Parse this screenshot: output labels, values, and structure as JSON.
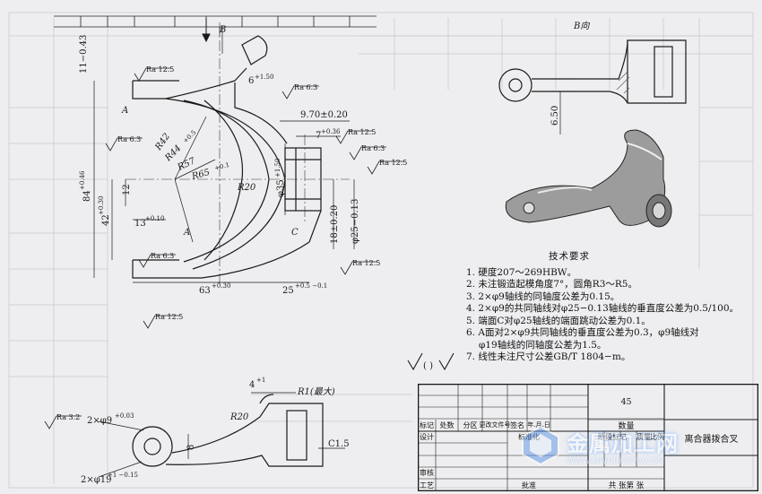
{
  "top_frame": {
    "cells": [
      "标记",
      "处数",
      "分区",
      "更改文件号",
      "签名",
      "年月日",
      "设计",
      "标准化",
      "审核",
      "工艺",
      "批准"
    ]
  },
  "drawing": {
    "view_arrow_label": "B",
    "view_label": "B向",
    "dims": {
      "d_11": "11−0.43",
      "d_6": "6",
      "d_6_tol": "+1.50",
      "d_970": "9.70±0.20",
      "d_7": "7",
      "d_7_tol": "+0.36",
      "r42": "R42",
      "r44": "R44",
      "r44_tol": "+0.5",
      "r57": "R57",
      "r65": "R65",
      "r65_tol": "+0.1",
      "r20": "R20",
      "phi35": "φ35",
      "phi35_tol": "+1.50",
      "d_84": "84",
      "d_84_tol": "+0.46",
      "d_42": "42",
      "d_42_tol": "+0.30",
      "d_12": "12",
      "d_13": "13",
      "d_13_tol": "+0.10",
      "d_18": "18±0.20",
      "phi25": "φ25−0.13",
      "d_63": "63",
      "d_63_tol": "+0.30",
      "d_25": "25",
      "d_25_tol": "+0.5 −0.1",
      "d_650": "6.50",
      "d_4": "4",
      "d_4_tol": "+1",
      "r1": "R1(最大)",
      "r20b": "R20",
      "phi9": "2×φ9",
      "phi9_tol": "+0.03",
      "d_8": "8",
      "c15": "C1.5",
      "phi19": "2×φ19",
      "phi19_tol": "+1 −0.15",
      "label_a1": "A",
      "label_a2": "A",
      "label_c": "C"
    },
    "roughness": [
      "Ra 12.5",
      "Ra 6.3",
      "Ra 12.5",
      "Ra 6.3",
      "Ra 12.5",
      "Ra 6.3",
      "Ra 12.5",
      "Ra 6.3",
      "Ra 12.5",
      "Ra 3.2"
    ],
    "general_finish": "( )"
  },
  "tech_requirements": {
    "title": "技术要求",
    "items": [
      "1. 硬度207～269HBW。",
      "2. 未注锻造起模角度7°，圆角R3～R5。",
      "3. 2×φ9轴线的同轴度公差为0.15。",
      "4. 2×φ9的共同轴线对φ25−0.13轴线的垂直度公差为0.5/100。",
      "5. 端面C对φ25轴线的端面跳动公差为0.1。",
      "6. A面对2×φ9共同轴线的垂直度公差为0.3，φ9轴线对",
      "φ19轴线的同轴度公差为1.5。",
      "7. 线性未注尺寸公差GB/T 1804−m。"
    ]
  },
  "title_block": {
    "number": "45",
    "part_name": "离合器拨合叉",
    "rows": {
      "r1": [
        "标记",
        "处数",
        "分区",
        "更改文件号",
        "签名",
        "年.月.日"
      ],
      "design": "设计",
      "standard": "标准化",
      "stage": "阶段标记",
      "weight": "质量",
      "scale": "比例",
      "review": "审核",
      "process": "工艺",
      "approve": "批准",
      "sheets": "共    张第    张",
      "quantity": "数量"
    }
  },
  "watermark": {
    "text": "金属加工网",
    "sub": "WWW.MWORKSOW.COM"
  }
}
